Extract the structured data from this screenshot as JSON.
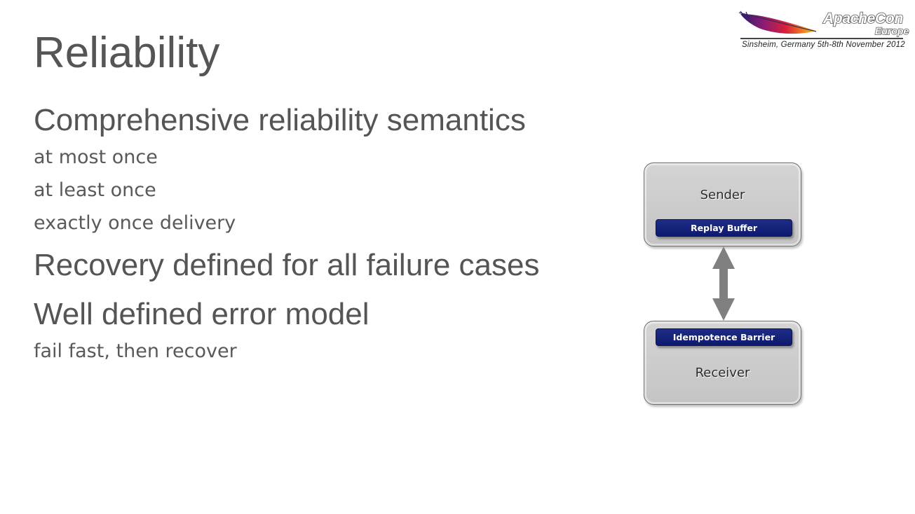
{
  "slide": {
    "title": "Reliability",
    "bullets": [
      {
        "text": "Comprehensive reliability semantics",
        "level": 1
      },
      {
        "text": "at most once",
        "level": 2
      },
      {
        "text": "at least once",
        "level": 2
      },
      {
        "text": "exactly once delivery",
        "level": 2
      },
      {
        "text": "Recovery defined for all failure cases",
        "level": 1
      },
      {
        "text": "Well defined error model",
        "level": 1
      },
      {
        "text": "fail fast, then recover",
        "level": 2
      }
    ]
  },
  "logo": {
    "name": "ApacheCon",
    "region": "Europe",
    "tagline": "Sinsheim, Germany 5th-8th November 2012"
  },
  "diagram": {
    "sender": {
      "label": "Sender",
      "component": "Replay Buffer"
    },
    "receiver": {
      "label": "Receiver",
      "component": "Idempotence Barrier"
    },
    "connector": "double-arrow",
    "colors": {
      "box_fill": "#cccccc",
      "pill_fill": "#15237a",
      "arrow": "#808080"
    }
  }
}
